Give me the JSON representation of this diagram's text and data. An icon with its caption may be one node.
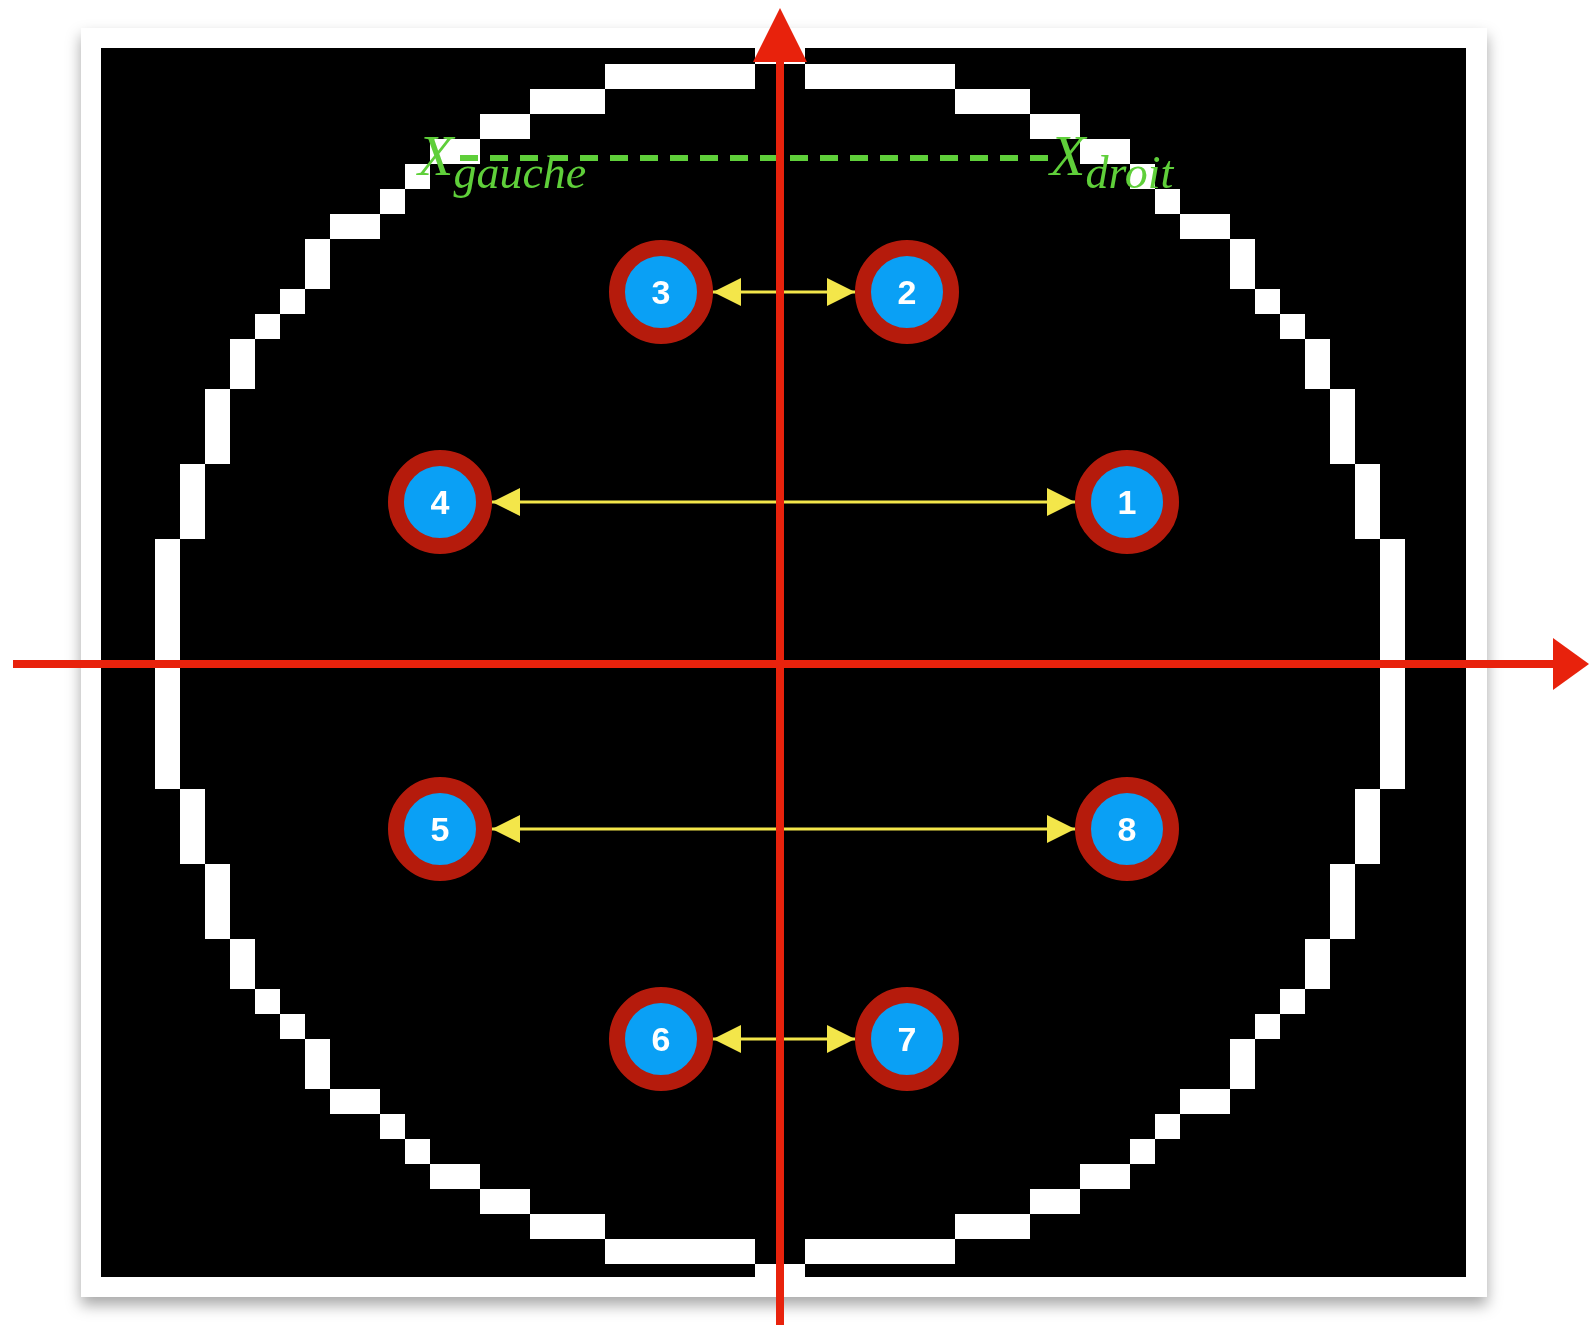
{
  "diagram": {
    "nodes": [
      {
        "text": [
          "X$_{gauche}$"
        ]
      },
      {
        "text": [
          "X$_{droit}$"
        ]
      },
      {
        "text": [
          "3"
        ]
      },
      {
        "text": [
          "2"
        ]
      },
      {
        "text": [
          "4"
        ]
      },
      {
        "text": [
          "1"
        ]
      },
      {
        "text": [
          "5"
        ]
      },
      {
        "text": [
          "8"
        ]
      },
      {
        "text": [
          "6"
        ]
      },
      {
        "text": [
          "7"
        ]
      }
    ],
    "edges": [
      {
        "from": 0,
        "to": 1,
        "arrow": "none",
        "style": "dashed",
        "color": "#5fcf3a"
      },
      {
        "from": 2,
        "to": 3,
        "arrow": "both"
      },
      {
        "from": 4,
        "to": 5,
        "arrow": "both"
      },
      {
        "from": 6,
        "to": 7,
        "arrow": "both"
      },
      {
        "from": 8,
        "to": 9,
        "arrow": "both"
      }
    ]
  }
}
